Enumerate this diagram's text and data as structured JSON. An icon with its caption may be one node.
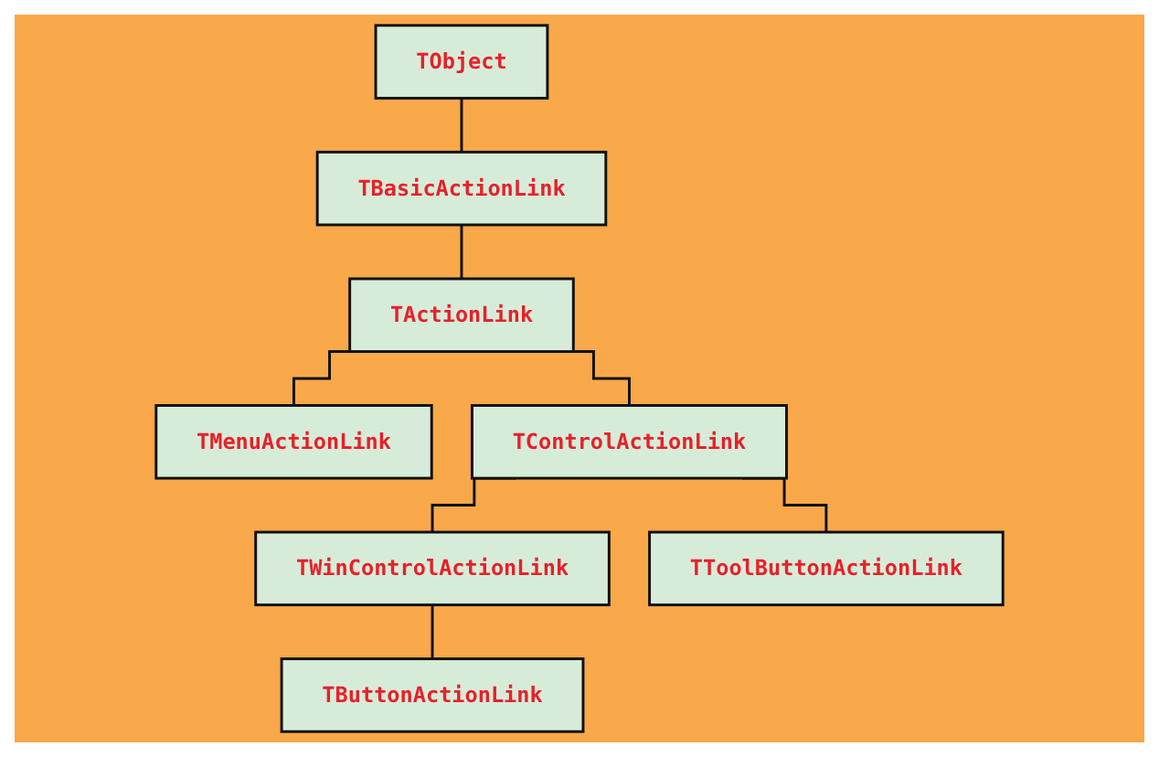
{
  "diagram": {
    "nodes": [
      {
        "text": [
          "TObject"
        ]
      },
      {
        "text": [
          "TBasicActionLink"
        ]
      },
      {
        "text": [
          "TActionLink"
        ]
      },
      {
        "text": [
          "TMenuActionLink"
        ]
      },
      {
        "text": [
          "TControlActionLink"
        ]
      },
      {
        "text": [
          "TWinControlActionLink"
        ]
      },
      {
        "text": [
          "TToolButtonActionLink"
        ]
      },
      {
        "text": [
          "TButtonActionLink"
        ]
      }
    ],
    "edges": [
      {
        "from": 0,
        "to": 1,
        "arrow": "none"
      },
      {
        "from": 1,
        "to": 2,
        "arrow": "none"
      },
      {
        "from": 2,
        "to": 3,
        "arrow": "none"
      },
      {
        "from": 2,
        "to": 4,
        "arrow": "none"
      },
      {
        "from": 4,
        "to": 5,
        "arrow": "none"
      },
      {
        "from": 4,
        "to": 6,
        "arrow": "none"
      },
      {
        "from": 5,
        "to": 7,
        "arrow": "none"
      }
    ]
  }
}
